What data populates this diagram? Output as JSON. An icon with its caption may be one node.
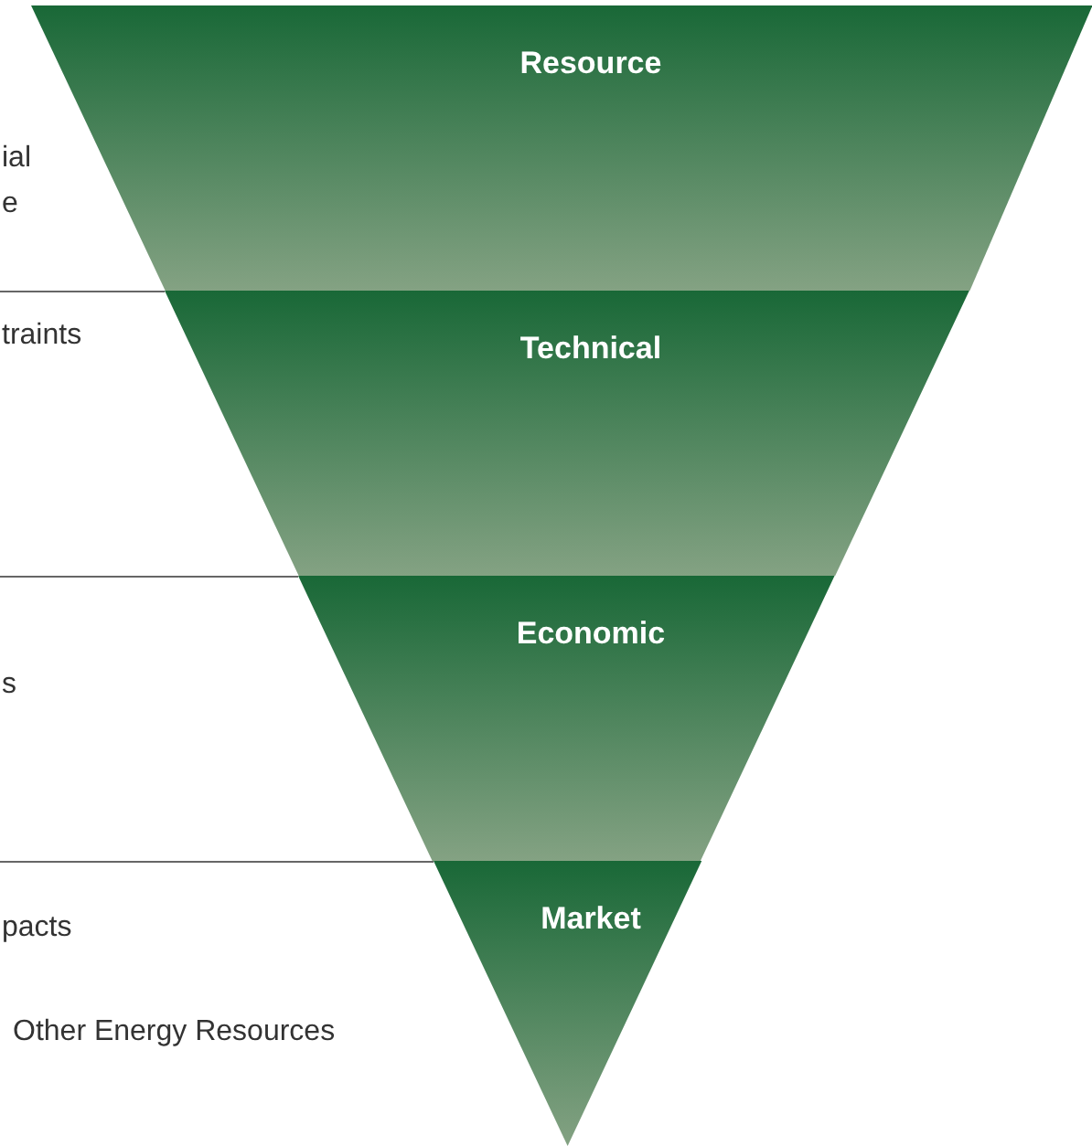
{
  "diagram": {
    "nodes": [
      {
        "text": [
          "Resource"
        ]
      },
      {
        "text": [
          "Technical"
        ]
      },
      {
        "text": [
          "Economic"
        ]
      },
      {
        "text": [
          "Market"
        ]
      }
    ],
    "labels": [
      "ial",
      "e",
      "traints",
      "s",
      "pacts",
      "Other Energy Resources"
    ]
  }
}
